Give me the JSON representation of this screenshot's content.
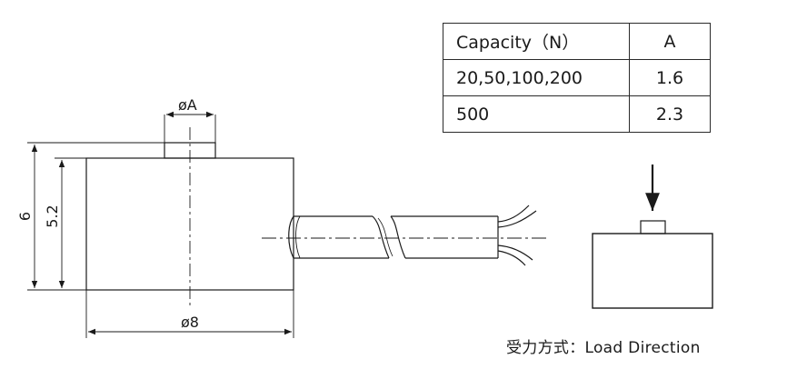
{
  "dimensions": {
    "pin_diameter": "øA",
    "total_height": "6",
    "body_height": "5.2",
    "body_diameter": "ø8"
  },
  "table": {
    "headers": [
      "Capacity（N）",
      "A"
    ],
    "rows": [
      {
        "capacity": "20,50,100,200",
        "a": "1.6"
      },
      {
        "capacity": "500",
        "a": "2.3"
      }
    ]
  },
  "caption": "受力方式：Load Direction",
  "colors": {
    "line": "#1a1a1a",
    "background": "#ffffff"
  }
}
